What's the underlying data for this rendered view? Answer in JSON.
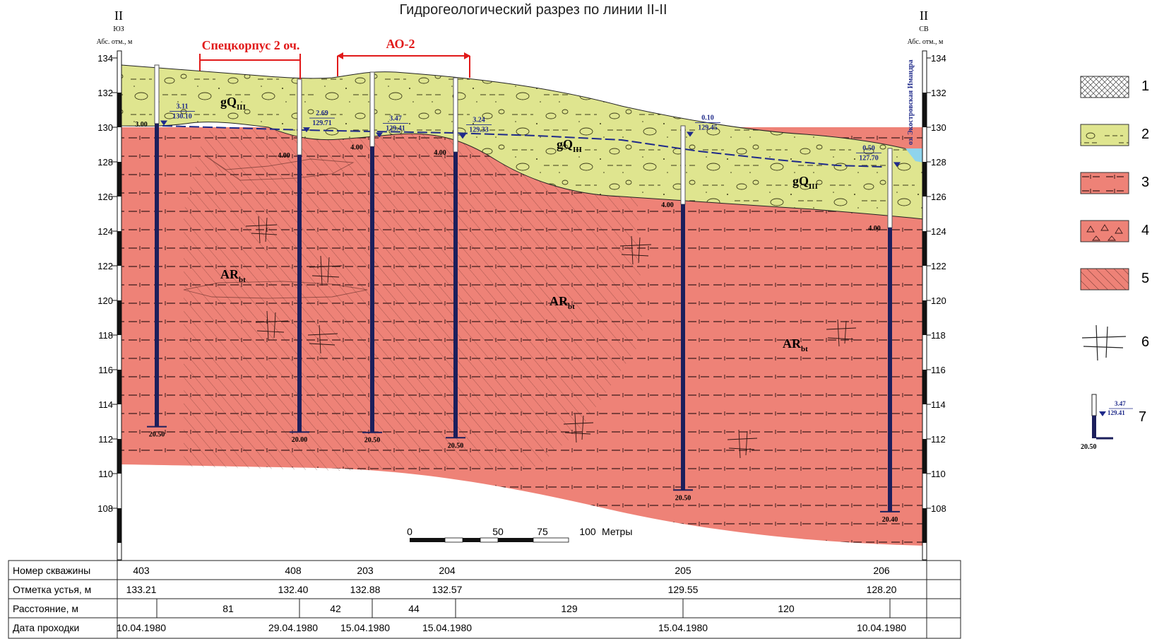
{
  "title": "Гидрогеологический разрез по линии II-II",
  "left_header": {
    "roman": "II",
    "dir": "ЮЗ",
    "elev_label": "Абс. отм., м"
  },
  "right_header": {
    "roman": "II",
    "dir": "СВ",
    "elev_label": "Абс. отм., м"
  },
  "scale_ticks": [
    130,
    128,
    126,
    124,
    122,
    120,
    118,
    116,
    114,
    112,
    110,
    108
  ],
  "scale_extra": [
    134,
    132
  ],
  "buildings": [
    {
      "label": "Спецкорпус 2 оч.",
      "color": "#e11a1a"
    },
    {
      "label": "АО-2",
      "color": "#e11a1a"
    }
  ],
  "strata_labels": [
    {
      "base": "gQ",
      "sub": "III"
    },
    {
      "base": "gQ",
      "sub": "III"
    },
    {
      "base": "gQ",
      "sub": "III"
    },
    {
      "base": "AR",
      "sub": "bt"
    },
    {
      "base": "AR",
      "sub": "bt"
    },
    {
      "base": "AR",
      "sub": "bt"
    }
  ],
  "lake_label": "оз. Экостровская Имандра",
  "wells": [
    {
      "number": "403",
      "elevation": "133.21",
      "depth_total": "20.50",
      "soil_depth": "3.00",
      "water_depth": "3.11",
      "water_elev": "130.10",
      "date": "10.04.1980"
    },
    {
      "number": "408",
      "elevation": "132.40",
      "depth_total": "20.00",
      "soil_depth": "4.00",
      "water_depth": "2.69",
      "water_elev": "129.71",
      "date": "29.04.1980"
    },
    {
      "number": "203",
      "elevation": "132.88",
      "depth_total": "20.50",
      "soil_depth": "4.00",
      "water_depth": "3.47",
      "water_elev": "129.41",
      "date": "15.04.1980"
    },
    {
      "number": "204",
      "elevation": "132.57",
      "depth_total": "20.50",
      "soil_depth": "4.00",
      "water_depth": "3.24",
      "water_elev": "129.33",
      "date": "15.04.1980"
    },
    {
      "number": "205",
      "elevation": "129.55",
      "depth_total": "20.50",
      "soil_depth": "4.00",
      "water_depth": "0.10",
      "water_elev": "129.45",
      "date": "15.04.1980"
    },
    {
      "number": "206",
      "elevation": "128.20",
      "depth_total": "20.40",
      "soil_depth": "4.00",
      "water_depth": "0.50",
      "water_elev": "127.70",
      "date": "10.04.1980"
    }
  ],
  "distances": [
    "81",
    "42",
    "44",
    "129",
    "120"
  ],
  "table_labels": {
    "number": "Номер скважины",
    "elevation": "Отметка устья, м",
    "distance": "Расстояние, м",
    "date": "Дата проходки"
  },
  "scalebar": {
    "ticks": [
      "0",
      "50",
      "75",
      "100"
    ],
    "unit": "Метры"
  },
  "legend": [
    "1",
    "2",
    "3",
    "4",
    "5",
    "6",
    "7"
  ],
  "legend7": {
    "water_depth": "3.47",
    "water_elev": "129.41",
    "depth_total": "20.50"
  },
  "colors": {
    "moraine": "#dfe58f",
    "bedrock": "#ee8277",
    "water_table": "#1f2a8a",
    "well": "#1c1f5c",
    "lake": "#8fd4ec",
    "building": "#e11a1a"
  }
}
